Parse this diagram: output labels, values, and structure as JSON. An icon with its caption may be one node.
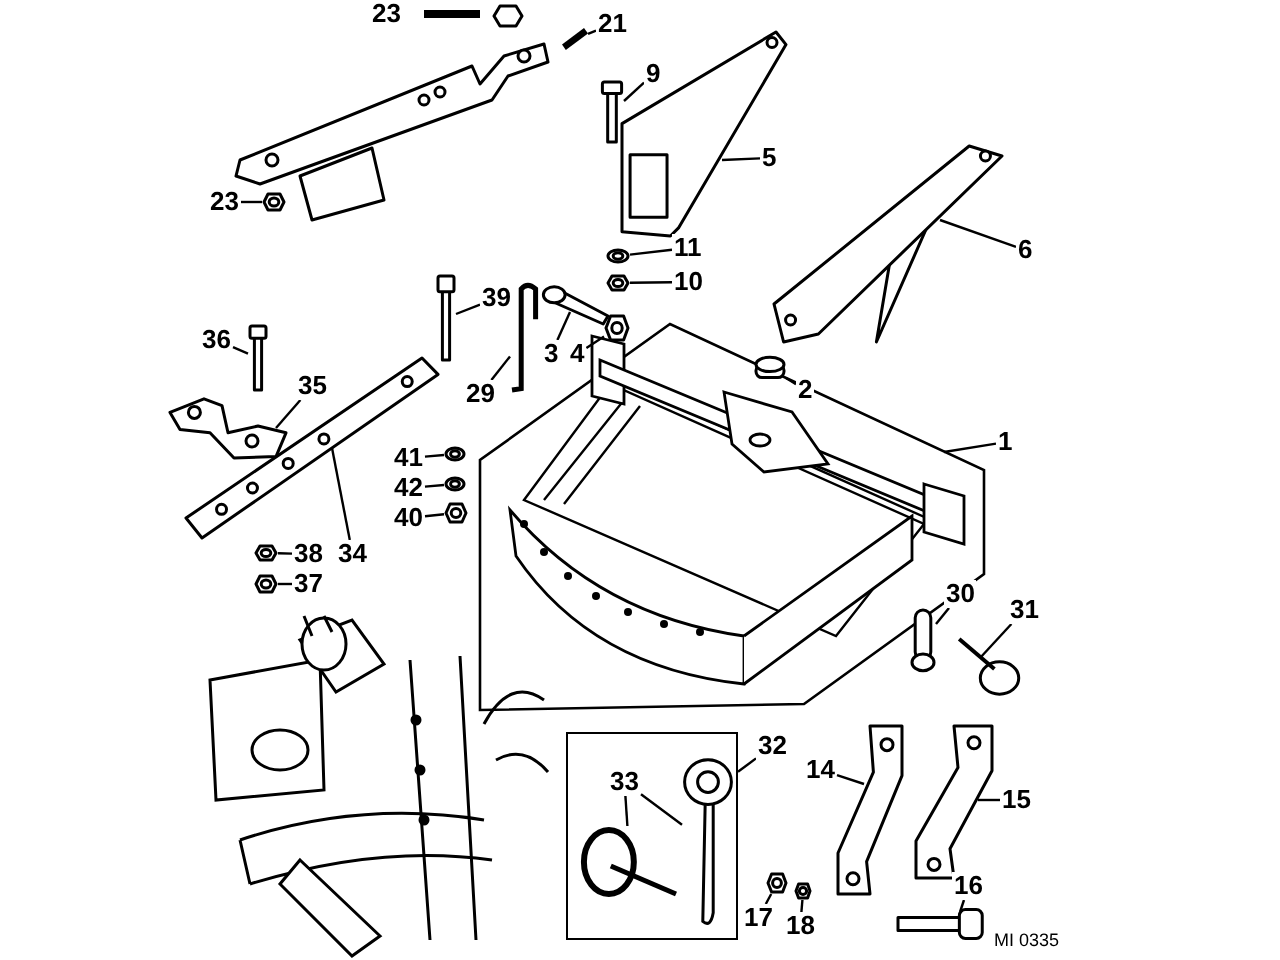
{
  "diagram": {
    "nodes": [
      {
        "text": [
          "21"
        ]
      },
      {
        "text": [],
        "shape": "picture"
      },
      {
        "text": [
          "9"
        ]
      },
      {
        "text": [],
        "shape": "picture"
      },
      {
        "text": [
          "5"
        ]
      },
      {
        "text": [],
        "shape": "picture"
      },
      {
        "text": [
          "23"
        ]
      },
      {
        "text": [],
        "shape": "picture"
      },
      {
        "text": [
          "11"
        ]
      },
      {
        "text": [],
        "shape": "picture"
      },
      {
        "text": [
          "10"
        ]
      },
      {
        "text": [],
        "shape": "picture"
      },
      {
        "text": [
          "6"
        ]
      },
      {
        "text": [],
        "shape": "picture"
      },
      {
        "text": [
          "39"
        ]
      },
      {
        "text": [],
        "shape": "picture"
      },
      {
        "text": [
          "36"
        ]
      },
      {
        "text": [],
        "shape": "picture"
      },
      {
        "text": [
          "3"
        ]
      },
      {
        "text": [],
        "shape": "picture"
      },
      {
        "text": [
          "4"
        ]
      },
      {
        "text": [],
        "shape": "picture"
      },
      {
        "text": [
          "35"
        ]
      },
      {
        "text": [],
        "shape": "picture"
      },
      {
        "text": [
          "1"
        ]
      },
      {
        "text": [],
        "shape": "polygon"
      },
      {
        "text": [
          "2"
        ],
        "in": 25
      },
      {
        "text": [],
        "shape": "cylinder",
        "in": 25
      },
      {
        "text": [
          "29"
        ]
      },
      {
        "text": [],
        "shape": "picture"
      },
      {
        "text": [
          "34"
        ]
      },
      {
        "text": [],
        "shape": "picture"
      },
      {
        "text": [
          "41"
        ]
      },
      {
        "text": [],
        "shape": "picture"
      },
      {
        "text": [
          "42"
        ]
      },
      {
        "text": [],
        "shape": "picture"
      },
      {
        "text": [
          "40"
        ]
      },
      {
        "text": [],
        "shape": "picture"
      },
      {
        "text": [
          "38"
        ]
      },
      {
        "text": [],
        "shape": "picture"
      },
      {
        "text": [
          "37"
        ]
      },
      {
        "text": [],
        "shape": "picture"
      },
      {
        "text": [
          "30"
        ]
      },
      {
        "text": [],
        "shape": "cylinder"
      },
      {
        "text": [
          "31"
        ]
      },
      {
        "text": [],
        "shape": "picture"
      },
      {
        "text": [
          "32"
        ]
      },
      {
        "text": [],
        "shape": "box"
      },
      {
        "text": [
          "33"
        ],
        "in": 47
      },
      {
        "text": [],
        "shape": "circle",
        "in": 47
      },
      {
        "text": [],
        "shape": "picture",
        "in": 47
      },
      {
        "text": [
          "14"
        ]
      },
      {
        "text": [],
        "shape": "picture"
      },
      {
        "text": [
          "15"
        ]
      },
      {
        "text": [],
        "shape": "picture"
      },
      {
        "text": [
          "17"
        ]
      },
      {
        "text": [],
        "shape": "picture"
      },
      {
        "text": [
          "18"
        ]
      },
      {
        "text": [],
        "shape": "picture"
      },
      {
        "text": [
          "16"
        ]
      },
      {
        "text": [],
        "shape": "picture"
      }
    ],
    "edges": [
      {
        "from": 0,
        "to": 1,
        "arrow": "none"
      },
      {
        "from": 2,
        "to": 3,
        "arrow": "none"
      },
      {
        "from": 4,
        "to": 5,
        "arrow": "none"
      },
      {
        "from": 6,
        "to": 7,
        "arrow": "none"
      },
      {
        "from": 8,
        "to": 9,
        "arrow": "none"
      },
      {
        "from": 10,
        "to": 11,
        "arrow": "none"
      },
      {
        "from": 12,
        "to": 13,
        "arrow": "none"
      },
      {
        "from": 14,
        "to": 15,
        "arrow": "none"
      },
      {
        "from": 16,
        "to": 17,
        "arrow": "none"
      },
      {
        "from": 18,
        "to": 19,
        "arrow": "none"
      },
      {
        "from": 20,
        "to": 21,
        "arrow": "none"
      },
      {
        "from": 22,
        "to": 23,
        "arrow": "none"
      },
      {
        "from": 24,
        "to": 25,
        "arrow": "none"
      },
      {
        "from": 26,
        "to": 27,
        "arrow": "none"
      },
      {
        "from": 28,
        "to": 29,
        "arrow": "none"
      },
      {
        "from": 30,
        "to": 31,
        "arrow": "none"
      },
      {
        "from": 32,
        "to": 33,
        "arrow": "none"
      },
      {
        "from": 34,
        "to": 35,
        "arrow": "none"
      },
      {
        "from": 36,
        "to": 37,
        "arrow": "none"
      },
      {
        "from": 38,
        "to": 39,
        "arrow": "none"
      },
      {
        "from": 40,
        "to": 41,
        "arrow": "none"
      },
      {
        "from": 42,
        "to": 43,
        "arrow": "none"
      },
      {
        "from": 44,
        "to": 45,
        "arrow": "none"
      },
      {
        "from": 46,
        "to": 47,
        "arrow": "none"
      },
      {
        "from": 48,
        "to": 49,
        "arrow": "none"
      },
      {
        "from": 48,
        "to": 50,
        "arrow": "none"
      },
      {
        "from": 51,
        "to": 52,
        "arrow": "none"
      },
      {
        "from": 53,
        "to": 54,
        "arrow": "none"
      },
      {
        "from": 55,
        "to": 56,
        "arrow": "none"
      },
      {
        "from": 57,
        "to": 58,
        "arrow": "none"
      },
      {
        "from": 59,
        "to": 60,
        "arrow": "none"
      }
    ],
    "labels": [
      "23",
      "MI 0335"
    ]
  }
}
